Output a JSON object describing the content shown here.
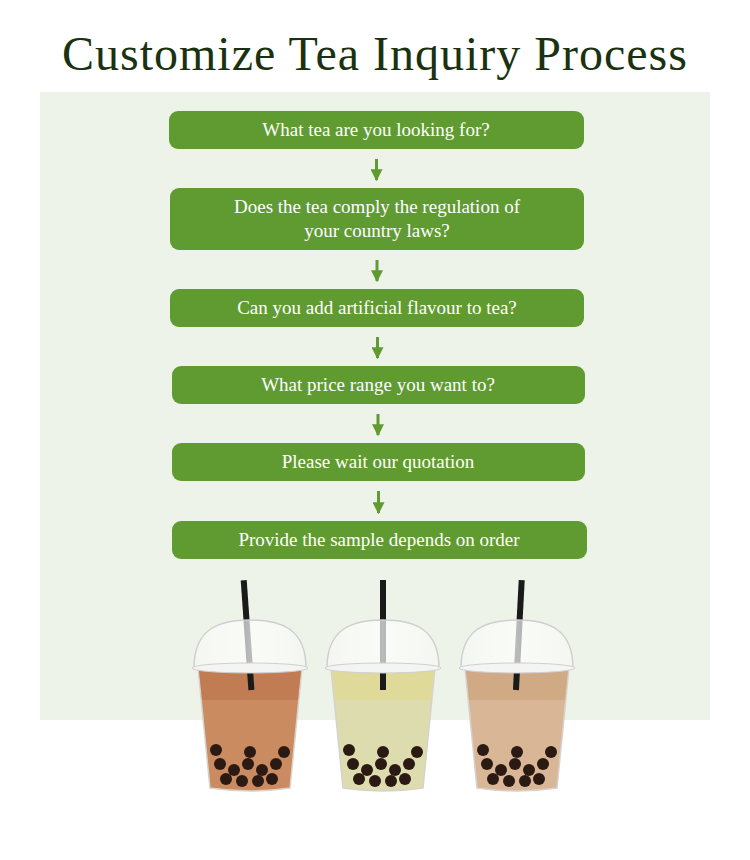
{
  "diagram": {
    "title": "Customize Tea Inquiry Process",
    "nodes": [
      {
        "text": [
          "What tea are you looking for?"
        ]
      },
      {
        "text": [
          "Does the tea comply the regulation of your country laws?"
        ]
      },
      {
        "text": [
          "Can you add artificial flavour to tea?"
        ]
      },
      {
        "text": [
          "What price range you want to?"
        ]
      },
      {
        "text": [
          "Please wait our quotation"
        ]
      },
      {
        "text": [
          "Provide the sample depends on order"
        ]
      }
    ],
    "edges": [
      {
        "from": 0,
        "to": 1,
        "arrow": "to"
      },
      {
        "from": 1,
        "to": 2,
        "arrow": "to"
      },
      {
        "from": 2,
        "to": 3,
        "arrow": "to"
      },
      {
        "from": 3,
        "to": 4,
        "arrow": "to"
      },
      {
        "from": 4,
        "to": 5,
        "arrow": "to"
      }
    ]
  }
}
